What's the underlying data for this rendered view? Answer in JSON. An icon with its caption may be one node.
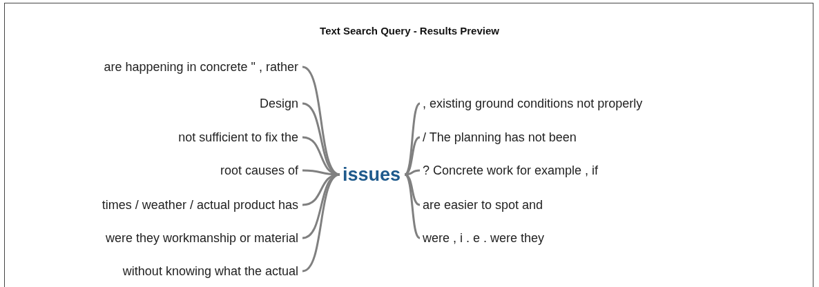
{
  "diagram": {
    "title": "Text Search Query - Results Preview",
    "nodes": [
      {
        "text": [
          "are happening in concrete \" , rather"
        ]
      },
      {
        "text": [
          "Design"
        ]
      },
      {
        "text": [
          "not sufficient to fix the"
        ]
      },
      {
        "text": [
          "root causes of"
        ]
      },
      {
        "text": [
          "times / weather / actual product has"
        ]
      },
      {
        "text": [
          "were they workmanship or material"
        ]
      },
      {
        "text": [
          "without knowing what the actual"
        ]
      },
      {
        "text": [
          "issues"
        ]
      },
      {
        "text": [
          ", existing ground conditions not properly"
        ]
      },
      {
        "text": [
          "/ The planning has not been"
        ]
      },
      {
        "text": [
          "? Concrete work for example , if"
        ]
      },
      {
        "text": [
          "are easier to spot and"
        ]
      },
      {
        "text": [
          "were , i . e . were they"
        ]
      }
    ],
    "edges": [
      {
        "from": 0,
        "to": 7,
        "arrow": "none"
      },
      {
        "from": 1,
        "to": 7,
        "arrow": "none"
      },
      {
        "from": 2,
        "to": 7,
        "arrow": "none"
      },
      {
        "from": 3,
        "to": 7,
        "arrow": "none"
      },
      {
        "from": 4,
        "to": 7,
        "arrow": "none"
      },
      {
        "from": 5,
        "to": 7,
        "arrow": "none"
      },
      {
        "from": 6,
        "to": 7,
        "arrow": "none"
      },
      {
        "from": 7,
        "to": 8,
        "arrow": "none"
      },
      {
        "from": 7,
        "to": 9,
        "arrow": "none"
      },
      {
        "from": 7,
        "to": 10,
        "arrow": "none"
      },
      {
        "from": 7,
        "to": 11,
        "arrow": "none"
      },
      {
        "from": 7,
        "to": 12,
        "arrow": "none"
      }
    ]
  }
}
